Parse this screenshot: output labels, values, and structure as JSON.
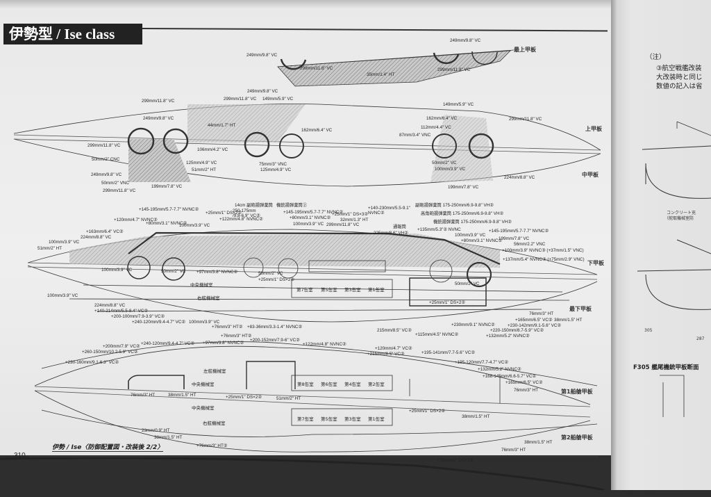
{
  "title": "伊勢型 / Ise class",
  "caption": "伊勢 / Ise〈防御配置図・改装後 2/2〉",
  "page_number": "310",
  "decks": [
    "最上甲板",
    "上甲板",
    "中甲板",
    "下甲板",
    "最下甲板",
    "第1船艙甲板",
    "第2船艙甲板"
  ],
  "rooms": [
    "中央機械室",
    "右舷機械室",
    "第7缶室",
    "第5缶室",
    "第3缶室",
    "第1缶室",
    "左舷機械室",
    "中央機械室",
    "第8缶室",
    "第6缶室",
    "第4缶室",
    "第2缶室",
    "中央機械室",
    "右舷機械室",
    "第7缶室",
    "第5缶室",
    "第3缶室",
    "第1缶室"
  ],
  "labels": [
    "249mm/9.8\" VC",
    "249mm/9.8\" VC",
    "299mm/11.8\" VC",
    "299mm/11.8\" VC",
    "35mm/1.4\" HT",
    "249mm/9.8\" VC",
    "299mm/11.8\" VC",
    "149mm/5.9\" VC",
    "299mm/11.8\" VC",
    "249mm/9.8\" VC",
    "44mm/1.7\" HT",
    "162mm/6.4\" VC",
    "299mm/11.8\" VC",
    "106mm/4.2\" VC",
    "50mm/2\" CNC",
    "125mm/4.9\" VC",
    "51mm/2\" HT",
    "75mm/3\" VNC",
    "125mm/4.9\" VC",
    "249mm/9.8\" VC",
    "50mm/2\" VNC",
    "299mm/11.8\" VC",
    "199mm/7.8\" VC",
    "149mm/5.9\" VC",
    "162mm/6.4\" VC",
    "112mm/4.4\" VC",
    "87mm/3.4\" VNC",
    "299mm/11.8\" VC",
    "50mm/2\" VC",
    "100mm/3.9\" VC",
    "224mm/8.8\" VC",
    "199mm/7.8\" VC",
    "+145-195mm/5.7-7.7\" NVNC②",
    "+25mm/1\" DS×2②",
    "14cm 副砲揚弾薬筒",
    "250-175mm /9.8-6.9\" VC②",
    "機銃揚弾薬筒②",
    "+145-195mm/5.7-7.7\" NVNC②",
    "+80mm/3.1\" NVNC②",
    "100mm/3.9\" VC",
    "+25mm/1\" DS×3②",
    "+140-230mm/5.5-9.1\" NVNC②",
    "32mm/1.3\" HT",
    "299mm/11.8\" VC",
    "副砲揚弾薬筒 175-250mm/6.9-9.8\" VH②",
    "高角砲揚弾薬筒 175-250mm/6.9-9.8\" VH②",
    "機銃揚弾薬筒 175-250mm/6.9-9.8\" VH②",
    "通報筒",
    "225mm/8.6\" VH②",
    "+135mm/5.3\"② NVNC",
    "+145-195mm/5.7-7.7\" NVNC②",
    "100mm/3.9\" VC",
    "+80mm/3.1\" NVNC②",
    "199mm/7.8\" VC",
    "56mm/2.2\" VNC",
    "+100mm/3.9\" NVNC③ (+37mm/1.5\" VNC)",
    "+137mm/5.4\" NVNC③ (+75mm/2.9\" VNC)",
    "+120mm/4.7\" NVNC②",
    "+80mm/3.1\" NVNC②",
    "100mm/3.9\" VC",
    "+122mm/4.8\" NVNC②",
    "+163mm/6.4\" VC②",
    "224mm/8.8\" VC",
    "100mm/3.9\" VC",
    "51mm/2\" HT",
    "100mm/3.9\" VC",
    "50mm/2\" VC",
    "+97mm/3.8\" NVNC②",
    "50mm/2\" VC",
    "+25mm/1\" DS×2②",
    "50mm/2\" VC",
    "100mm/3.9\" VC",
    "224mm/8.8\" VC",
    "+140-214mm/5.5-8.4\" VC②",
    "+200-100mm/7.9-3.9\" VC②",
    "+240-120mm/9.4-4.7\" VC②",
    "100mm/3.9\" VC",
    "+76mm/3\" HT②",
    "+83-36mm/3.3-1.4\" NVNC②",
    "+25mm/1\" DS×2②",
    "215mm/8.5\" VC②",
    "+115mm/4.5\" NVNC②",
    "+230mm/9.1\" NVNC②",
    "76mm/3\" HT",
    "+165mm/6.5\" VC②",
    "+230-142mm/9.1-5.6\" VC②",
    "+220-150mm/8.7-5.9\" VC②",
    "+132mm/5.2\" NVNC②",
    "38mm/1.5\" HT",
    "+200mm/7.9\" VC②",
    "+240-120mm/9.4-4.7\" VC②",
    "+97mm/3.8\" NVNC②",
    "+76mm/3\" HT②",
    "+200-152mm/7.9-6\" VC②",
    "+122mm/4.8\" NVNC②",
    "+260-150mm/10.2-5.9\" VC②",
    "+230-160mm/9.1-6.3\" VC②",
    "+120mm/4.7\" VC②",
    "+215mm/8.5\" VC②",
    "+195-141mm/7.7-5.6\" VC②",
    "+195-120mm/7.7-4.7\" VC②",
    "+132mm/5.2\" NVNC②",
    "+168-145mm/6.6-5.7\" VC②",
    "+165mm/6.5\" VC②",
    "76mm/3\" HT",
    "76mm/3\" HT",
    "38mm/1.5\" HT",
    "+25mm/1\" DS×2②",
    "51mm/2\" HT",
    "+25mm/1\" DS×2②",
    "38mm/1.5\" HT",
    "23mm/0.9\" HT",
    "38mm/1.5\" HT",
    "+76mm/3\" HT②",
    "38mm/1.5\" HT",
    "76mm/3\" HT",
    "+25mm/1\" DS×2②"
  ],
  "right_page": {
    "note_heading": "（注）",
    "note_lines": [
      "③航空戦艦改装",
      "大改装時と同じ",
      "数値の記入は省"
    ],
    "concrete_label": "コンクリート充",
    "concrete_sub": "（舵取機械室防",
    "frame_labels": [
      "305",
      "287"
    ],
    "section_title": "F305 艦尾機銃甲板断面"
  }
}
